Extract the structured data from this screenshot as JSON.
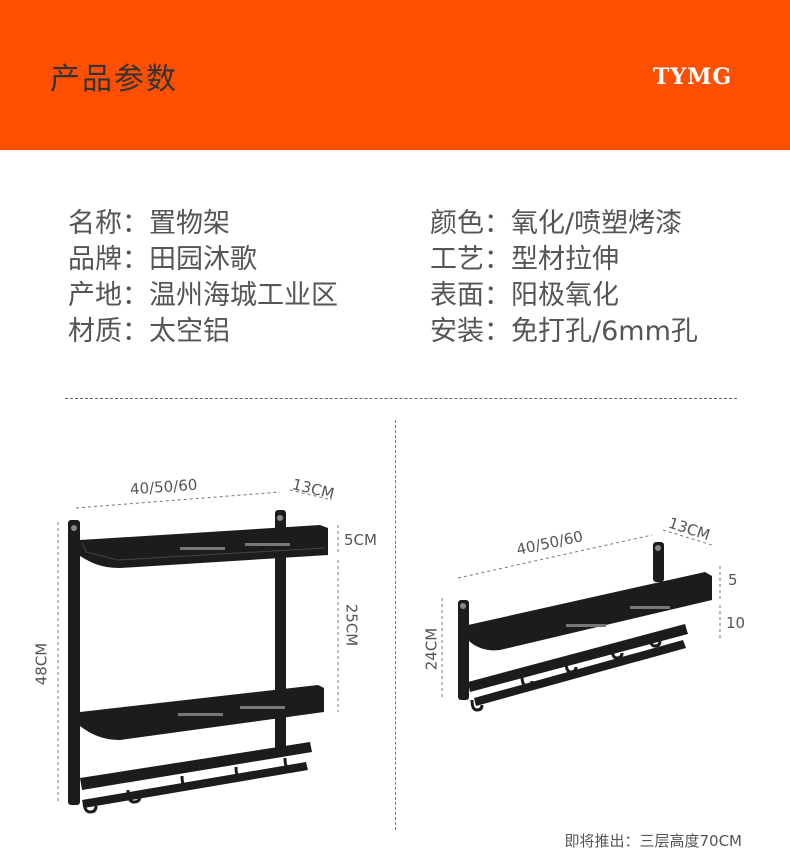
{
  "header": {
    "title": "产品参数",
    "brand": "TYMG"
  },
  "specs": {
    "left": [
      {
        "label": "名称：",
        "value": "置物架"
      },
      {
        "label": "品牌：",
        "value": "田园沐歌"
      },
      {
        "label": "产地：",
        "value": "温州海城工业区"
      },
      {
        "label": "材质：",
        "value": "太空铝"
      }
    ],
    "right": [
      {
        "label": "颜色：",
        "value": "氧化/喷塑烤漆"
      },
      {
        "label": "工艺：",
        "value": "型材拉伸"
      },
      {
        "label": "表面：",
        "value": "阳极氧化"
      },
      {
        "label": "安装：",
        "value": "免打孔/6mm孔"
      }
    ]
  },
  "diagram_left": {
    "width_label": "40/50/60",
    "depth_label": "13CM",
    "height_label": "48CM",
    "lip_label": "5CM",
    "gap_label": "25CM"
  },
  "diagram_right": {
    "width_label": "40/50/60",
    "depth_label": "13CM",
    "height_label": "24CM",
    "lip_label": "5",
    "gap_label": "10"
  },
  "footnote": "即将推出：三层高度70CM",
  "colors": {
    "banner": "#fe5000",
    "product": "#1a1a1a"
  }
}
